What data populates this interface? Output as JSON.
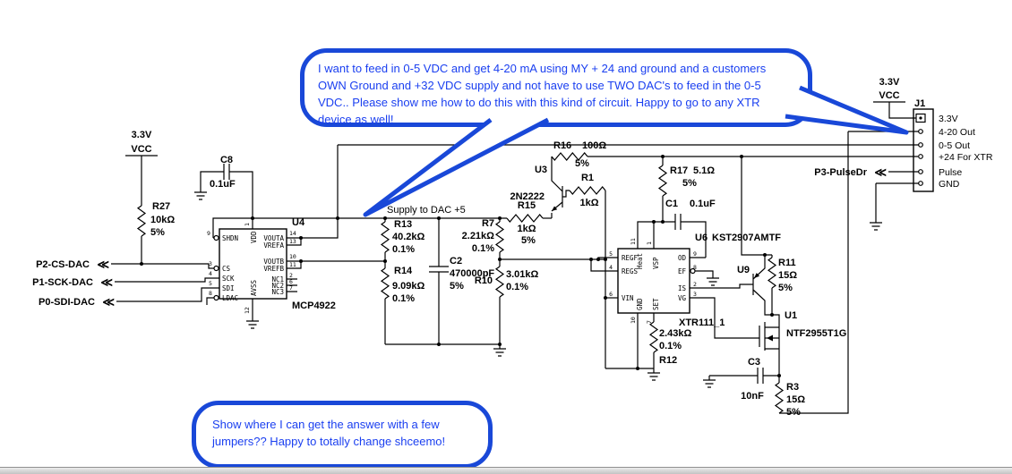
{
  "colors": {
    "bubble_border": "#1948d8",
    "bubble_text": "#1a3ff0",
    "wire": "#000000"
  },
  "bubbles": {
    "main": "I want to feed in 0-5 VDC and get 4-20 mA using MY + 24 and ground and a customers OWN Ground and +32 VDC supply and not have to use TWO DAC's to feed in the 0-5 VDC.. Please show me how to do this with this kind of circuit. Happy to go to any XTR device as well!",
    "note": "Show where I can get the answer with a few jumpers?? Happy to totally change shceemo!"
  },
  "rails": {
    "left_voltage": "3.3V",
    "left_label": "VCC",
    "right_voltage": "3.3V",
    "right_label": "VCC",
    "supply_note": "Supply to DAC +5"
  },
  "ports": {
    "p2": "P2-CS-DAC",
    "p1": "P1-SCK-DAC",
    "p0": "P0-SDI-DAC",
    "p3": "P3-PulseDr",
    "arrow": "≪"
  },
  "components": {
    "r27": {
      "ref": "R27",
      "value": "10kΩ",
      "tol": "5%"
    },
    "r13": {
      "ref": "R13",
      "value": "40.2kΩ",
      "tol": "0.1%"
    },
    "r14": {
      "ref": "R14",
      "value": "9.09kΩ",
      "tol": "0.1%"
    },
    "r7": {
      "ref": "R7",
      "value": "2.21kΩ",
      "tol": "0.1%"
    },
    "r10": {
      "ref": "R10",
      "value": "3.01kΩ",
      "tol": "0.1%"
    },
    "r15": {
      "ref": "R15",
      "value": "1kΩ",
      "tol": "5%"
    },
    "r16": {
      "ref": "R16",
      "value": "100Ω",
      "tol": "5%"
    },
    "r1": {
      "ref": "R1",
      "value": "1kΩ"
    },
    "r17": {
      "ref": "R17",
      "value": "5.1Ω",
      "tol": "5%"
    },
    "r11": {
      "ref": "R11",
      "value": "15Ω",
      "tol": "5%"
    },
    "r12": {
      "ref": "R12",
      "value": "2.43kΩ",
      "tol": "0.1%"
    },
    "r3": {
      "ref": "R3",
      "value": "15Ω",
      "tol": "5%"
    },
    "c8": {
      "ref": "C8",
      "value": "0.1uF"
    },
    "c2": {
      "ref": "C2",
      "value": "470000pF",
      "tol": "5%"
    },
    "c1": {
      "ref": "C1",
      "value": "0.1uF"
    },
    "c3": {
      "ref": "C3",
      "value": "10nF"
    },
    "u3": {
      "ref": "U3",
      "part": "2N2222"
    },
    "u9": {
      "ref": "U9",
      "part": "KST2907AMTF"
    },
    "u1": {
      "ref": "U1",
      "part": "NTF2955T1G"
    }
  },
  "u4": {
    "ref": "U4",
    "part": "MCP4922",
    "pins": {
      "shdn": {
        "num": "9",
        "name": "SHDN"
      },
      "vdd": {
        "num": "1",
        "name": "VDD"
      },
      "cs": {
        "num": "3",
        "name": "CS"
      },
      "sck": {
        "num": "4",
        "name": "SCK"
      },
      "sdi": {
        "num": "5",
        "name": "SDI"
      },
      "ldac": {
        "num": "8",
        "name": "LDAC"
      },
      "avss": {
        "num": "12",
        "name": "AVSS"
      },
      "vouta": {
        "num": "14",
        "name": "VOUTA"
      },
      "vrefa": {
        "num": "13",
        "name": "VREFA"
      },
      "voutb": {
        "num": "10",
        "name": "VOUTB"
      },
      "vrefb": {
        "num": "11",
        "name": "VREFB"
      },
      "nc1": {
        "num": "2",
        "name": "NC1"
      },
      "nc2": {
        "num": "6",
        "name": "NC2"
      },
      "nc3": {
        "num": "7",
        "name": "NC3"
      }
    }
  },
  "u6": {
    "ref": "U6",
    "part": "XTR111_1",
    "pins": {
      "regf": {
        "num": "5",
        "name": "REGF"
      },
      "regs": {
        "num": "4",
        "name": "REGS"
      },
      "vin": {
        "num": "6",
        "name": "VIN"
      },
      "od": {
        "num": "9",
        "name": "OD"
      },
      "ef": {
        "num": "8",
        "name": "EF"
      },
      "is": {
        "num": "2",
        "name": "IS"
      },
      "vg": {
        "num": "3",
        "name": "VG"
      },
      "heat": {
        "num": "11",
        "name": "Heat"
      },
      "vsp": {
        "num": "1",
        "name": "VSP"
      },
      "gnd": {
        "num": "10",
        "name": "GND"
      },
      "set": {
        "num": "7",
        "name": "SET"
      }
    }
  },
  "j1": {
    "ref": "J1",
    "labels": [
      "3.3V",
      "4-20 Out",
      "0-5 Out",
      "+24 For XTR",
      "Pulse",
      "GND"
    ]
  }
}
